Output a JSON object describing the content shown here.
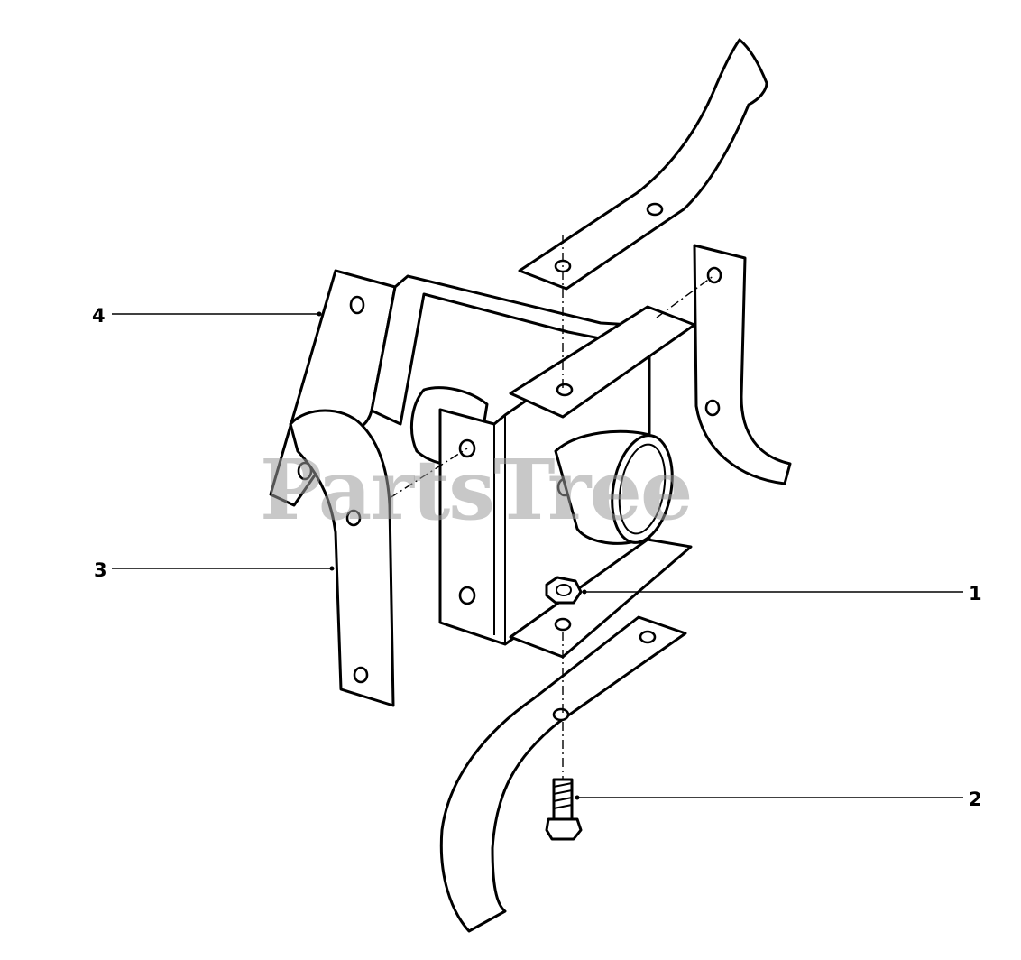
{
  "diagram": {
    "watermark": "PartsTree",
    "callouts": [
      {
        "id": "callout-1",
        "label": "1",
        "part": "hex-nut"
      },
      {
        "id": "callout-2",
        "label": "2",
        "part": "hex-bolt"
      },
      {
        "id": "callout-3",
        "label": "3",
        "part": "tine-left"
      },
      {
        "id": "callout-4",
        "label": "4",
        "part": "hub-bracket"
      }
    ]
  }
}
